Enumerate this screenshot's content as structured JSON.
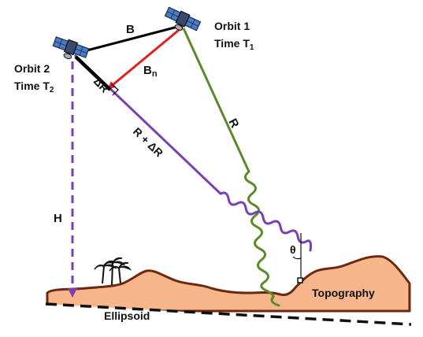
{
  "labels": {
    "orbit1": "Orbit 1",
    "time1_prefix": "Time T",
    "time1_sub": "1",
    "orbit2": "Orbit 2",
    "time2_prefix": "Time T",
    "time2_sub": "2",
    "baseline": "B",
    "normal_baseline_prefix": "B",
    "normal_baseline_sub": "n",
    "delta_r": "ΔR",
    "range": "R",
    "range_plus": "R + ΔR",
    "height": "H",
    "theta": "θ",
    "topography": "Topography",
    "ellipsoid": "Ellipsoid"
  },
  "colors": {
    "baseline": "#000000",
    "normal_baseline": "#e0201e",
    "range_orbit1": "#5a8a2a",
    "range_orbit2": "#7a3fb0",
    "terrain_fill": "#f6b58a",
    "terrain_edge": "#6b2a10",
    "satellite_body": "#3a4a6e",
    "solar_panel": "#4a7bc4"
  }
}
